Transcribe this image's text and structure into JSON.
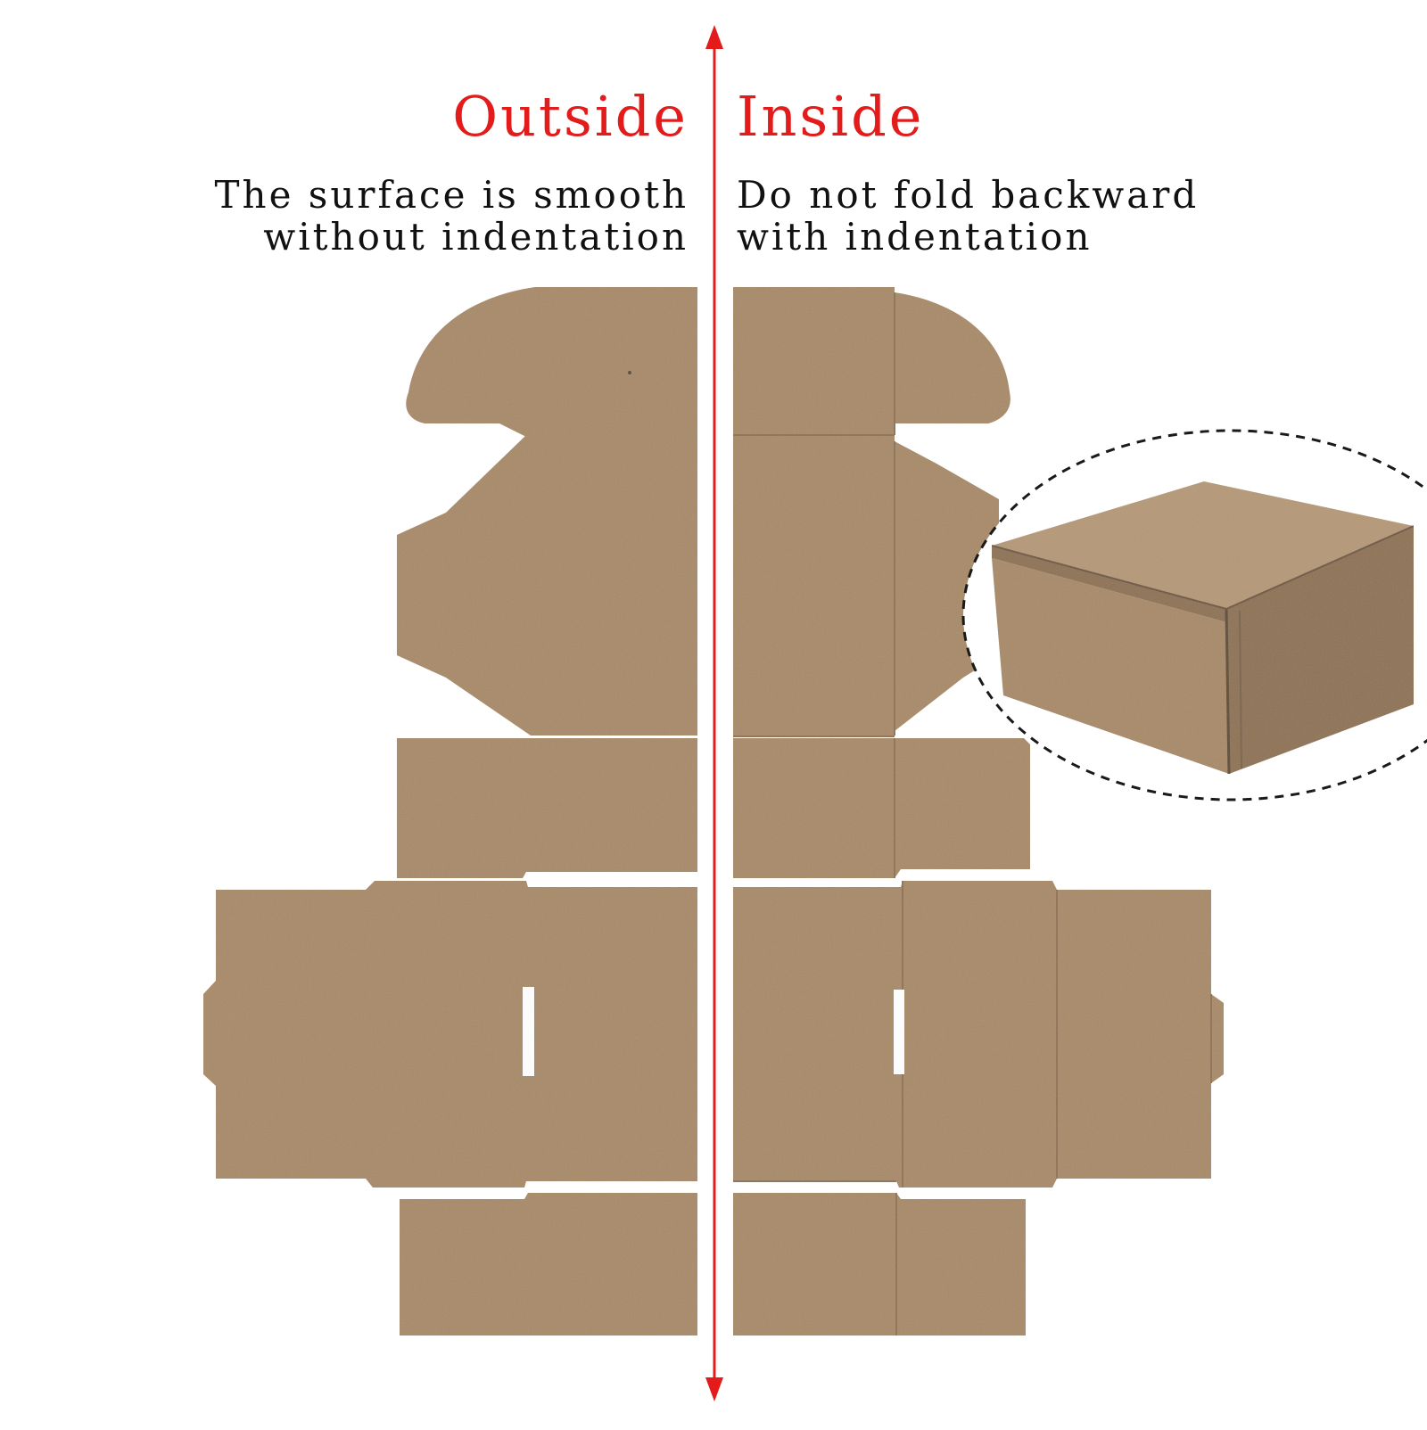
{
  "outside": {
    "heading": "Outside",
    "line1": "The surface is smooth",
    "line2": "without indentation"
  },
  "inside": {
    "heading": "Inside",
    "line1": "Do not fold backward",
    "line2": "with indentation"
  },
  "colors": {
    "accent_red": "#e31b1b",
    "cardboard": "#a88a68",
    "cardboard_dark": "#8e7253",
    "cardboard_light": "#b59877",
    "text": "#111111",
    "background": "#ffffff"
  }
}
